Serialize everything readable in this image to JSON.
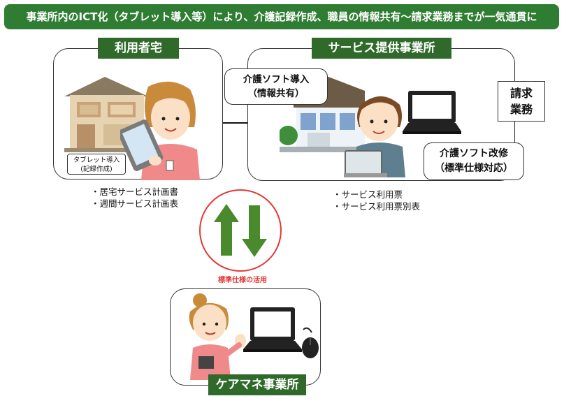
{
  "banner": {
    "text": "事業所内のICT化（タブレット導入等）により、介護記録作成、職員の情報共有～請求業務までが一気通貫に"
  },
  "colors": {
    "banner_green": "#2f7d32",
    "tag_green": "#2f6a2a",
    "arrow_green": "#4a8a2c",
    "circle_red": "#e53935"
  },
  "user_home": {
    "tag": "利用者宅",
    "note_line1": "タブレット導入",
    "note_line2": "(記録作成)",
    "docs": [
      "・居宅サービス計画書",
      "・週間サービス計画表"
    ]
  },
  "provider": {
    "tag": "サービス提供事業所",
    "software_intro_line1": "介護ソフト導入",
    "software_intro_line2": "（情報共有）",
    "billing_line1": "請求",
    "billing_line2": "業務",
    "software_mod_line1": "介護ソフト改修",
    "software_mod_line2": "（標準仕様対応）",
    "docs": [
      "・サービス利用票",
      "・サービス利用票別表"
    ]
  },
  "exchange": {
    "caption": "標準仕様の活用"
  },
  "care_manager": {
    "tag": "ケアマネ事業所"
  }
}
